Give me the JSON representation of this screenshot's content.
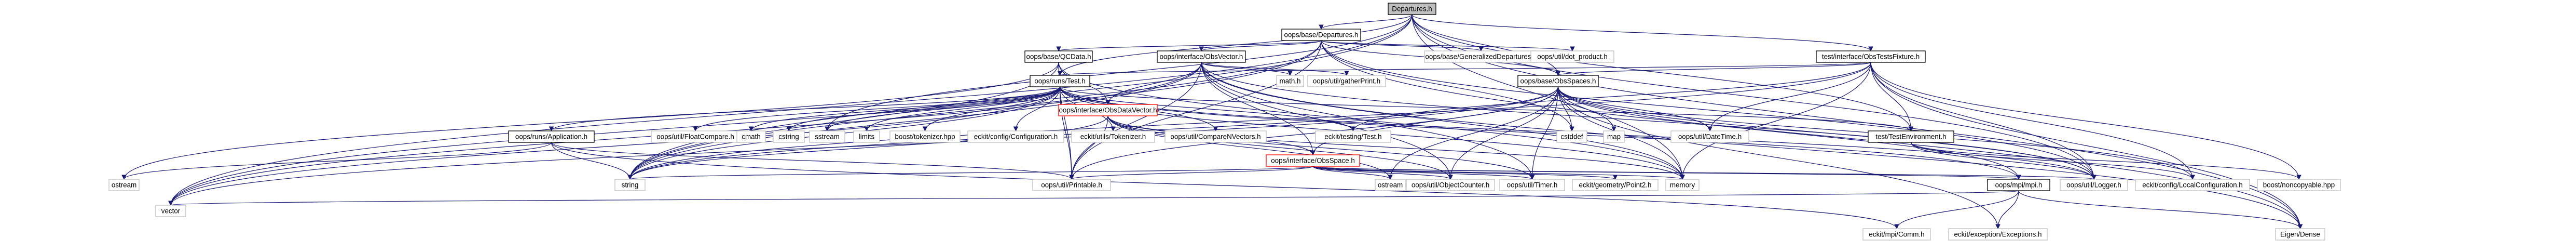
{
  "graph": {
    "nodes": [
      {
        "id": "n1",
        "label": "Departures.h",
        "style": "root"
      },
      {
        "id": "n2",
        "label": "oops/base/Departures.h",
        "style": "normal"
      },
      {
        "id": "n3",
        "label": "oops/base/GeneralizedDepartures.h",
        "style": "gray"
      },
      {
        "id": "n4",
        "label": "oops/base/QCData.h",
        "style": "normal"
      },
      {
        "id": "n5",
        "label": "oops/interface/ObsVector.h",
        "style": "normal"
      },
      {
        "id": "n6",
        "label": "oops/util/dot_product.h",
        "style": "gray"
      },
      {
        "id": "n7",
        "label": "test/interface/ObsTestsFixture.h",
        "style": "normal"
      },
      {
        "id": "n8",
        "label": "oops/runs/Test.h",
        "style": "normal"
      },
      {
        "id": "n9",
        "label": "oops/interface/ObsDataVector.h",
        "style": "red"
      },
      {
        "id": "n10",
        "label": "math.h",
        "style": "gray"
      },
      {
        "id": "n11",
        "label": "oops/util/gatherPrint.h",
        "style": "gray"
      },
      {
        "id": "n12",
        "label": "oops/base/ObsSpaces.h",
        "style": "normal"
      },
      {
        "id": "n13",
        "label": "oops/runs/Application.h",
        "style": "normal"
      },
      {
        "id": "n14",
        "label": "oops/util/FloatCompare.h",
        "style": "gray"
      },
      {
        "id": "n15",
        "label": "cmath",
        "style": "gray"
      },
      {
        "id": "n16",
        "label": "cstring",
        "style": "gray"
      },
      {
        "id": "n17",
        "label": "sstream",
        "style": "gray"
      },
      {
        "id": "n18",
        "label": "limits",
        "style": "gray"
      },
      {
        "id": "n19",
        "label": "boost/tokenizer.hpp",
        "style": "gray"
      },
      {
        "id": "n20",
        "label": "eckit/config/Configuration.h",
        "style": "gray"
      },
      {
        "id": "n21",
        "label": "eckit/utils/Tokenizer.h",
        "style": "gray"
      },
      {
        "id": "n22",
        "label": "oops/util/CompareNVectors.h",
        "style": "gray"
      },
      {
        "id": "n23",
        "label": "eckit/testing/Test.h",
        "style": "gray"
      },
      {
        "id": "n24",
        "label": "oops/interface/ObsSpace.h",
        "style": "red"
      },
      {
        "id": "n25",
        "label": "cstddef",
        "style": "gray"
      },
      {
        "id": "n26",
        "label": "map",
        "style": "gray"
      },
      {
        "id": "n27",
        "label": "oops/util/DateTime.h",
        "style": "gray"
      },
      {
        "id": "n28",
        "label": "test/TestEnvironment.h",
        "style": "normal"
      },
      {
        "id": "n29",
        "label": "ostream",
        "style": "gray"
      },
      {
        "id": "n30",
        "label": "string",
        "style": "gray"
      },
      {
        "id": "n31",
        "label": "oops/util/Printable.h",
        "style": "gray"
      },
      {
        "id": "n32",
        "label": "ostream",
        "style": "gray"
      },
      {
        "id": "n33",
        "label": "oops/util/ObjectCounter.h",
        "style": "gray"
      },
      {
        "id": "n34",
        "label": "oops/util/Timer.h",
        "style": "gray"
      },
      {
        "id": "n35",
        "label": "eckit/geometry/Point2.h",
        "style": "gray"
      },
      {
        "id": "n36",
        "label": "memory",
        "style": "gray"
      },
      {
        "id": "n37",
        "label": "oops/mpi/mpi.h",
        "style": "normal"
      },
      {
        "id": "n38",
        "label": "oops/util/Logger.h",
        "style": "gray"
      },
      {
        "id": "n39",
        "label": "eckit/config/LocalConfiguration.h",
        "style": "gray"
      },
      {
        "id": "n40",
        "label": "boost/noncopyable.hpp",
        "style": "gray"
      },
      {
        "id": "n41",
        "label": "vector",
        "style": "gray"
      },
      {
        "id": "n42",
        "label": "eckit/mpi/Comm.h",
        "style": "gray"
      },
      {
        "id": "n43",
        "label": "eckit/exception/Exceptions.h",
        "style": "gray"
      },
      {
        "id": "n44",
        "label": "Eigen/Dense",
        "style": "gray"
      }
    ]
  }
}
